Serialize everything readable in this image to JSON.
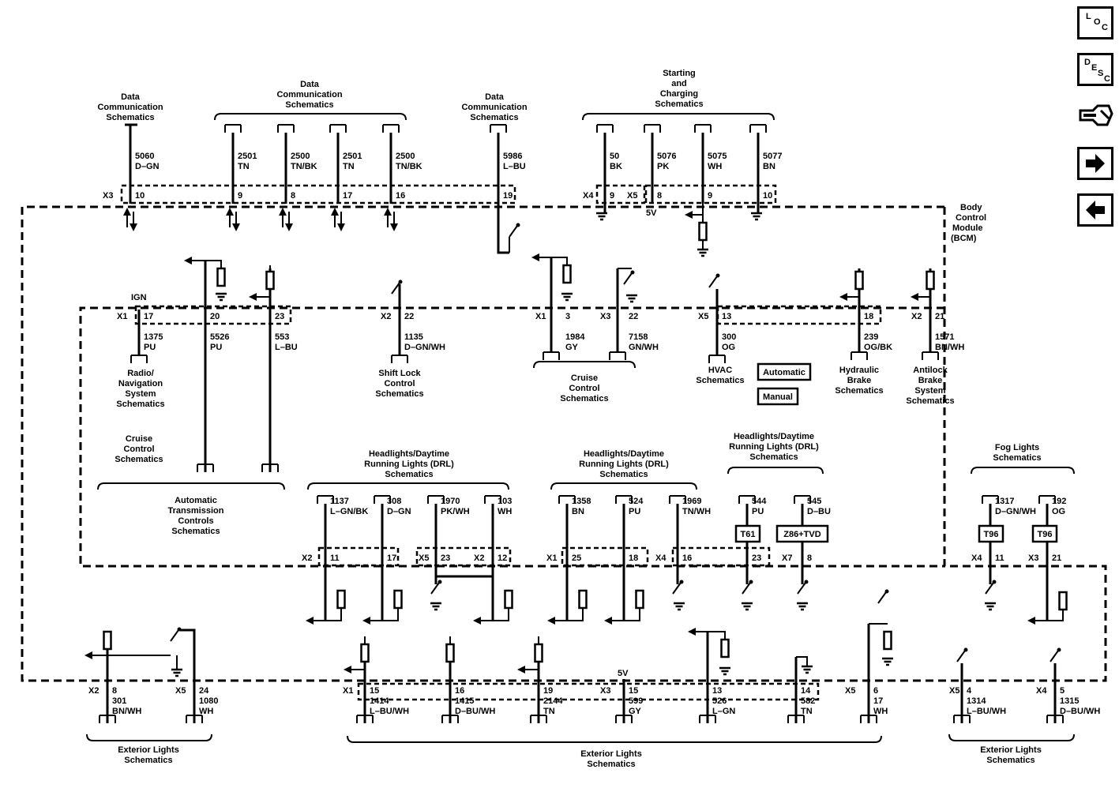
{
  "nav": {
    "loc": [
      "L",
      "O",
      "C"
    ],
    "desc": [
      "D",
      "E",
      "S",
      "C"
    ]
  },
  "module": [
    "Body",
    "Control",
    "Module",
    "(BCM)"
  ],
  "dc1": [
    "Data",
    "Communication",
    "Schematics"
  ],
  "dc2": [
    "Data",
    "Communication",
    "Schematics"
  ],
  "dc3": [
    "Data",
    "Communication",
    "Schematics"
  ],
  "sc": [
    "Starting",
    "and",
    "Charging",
    "Schematics"
  ],
  "top": [
    {
      "c": "5060",
      "w": "D–GN",
      "pin": "10"
    },
    {
      "c": "2501",
      "w": "TN",
      "pin": "9"
    },
    {
      "c": "2500",
      "w": "TN/BK",
      "pin": "8"
    },
    {
      "c": "2501",
      "w": "TN",
      "pin": "17"
    },
    {
      "c": "2500",
      "w": "TN/BK",
      "pin": "16"
    },
    {
      "c": "5986",
      "w": "L–BU",
      "pin": "19"
    },
    {
      "c": "50",
      "w": "BK",
      "pin": "9"
    },
    {
      "c": "5076",
      "w": "PK",
      "pin": "8"
    },
    {
      "c": "5075",
      "w": "WH",
      "pin": "9"
    },
    {
      "c": "5077",
      "w": "BN",
      "pin": "10"
    }
  ],
  "conn": {
    "x1": "X1",
    "x2": "X2",
    "x3": "X3",
    "x4": "X4",
    "x5": "X5",
    "x7": "X7"
  },
  "v5": "5V",
  "ign": "IGN",
  "mid": [
    {
      "pin": "17",
      "c": "1375",
      "w": "PU"
    },
    {
      "pin": "20",
      "c": "5526",
      "w": "PU"
    },
    {
      "pin": "23",
      "c": "553",
      "w": "L–BU"
    },
    {
      "pin": "22",
      "c": "1135",
      "w": "D–GN/WH"
    },
    {
      "pin": "3",
      "c": "1984",
      "w": "GY"
    },
    {
      "pin": "22",
      "c": "7158",
      "w": "GN/WH"
    },
    {
      "pin": "13",
      "c": "300",
      "w": "OG"
    },
    {
      "pin": "18",
      "c": "239",
      "w": "OG/BK"
    },
    {
      "pin": "21",
      "c": "1571",
      "w": "BN/WH"
    }
  ],
  "radio": [
    "Radio/",
    "Navigation",
    "System",
    "Schematics"
  ],
  "shift": [
    "Shift Lock",
    "Control",
    "Schematics"
  ],
  "cruise1": [
    "Cruise",
    "Control",
    "Schematics"
  ],
  "cruise2": [
    "Cruise",
    "Control",
    "Schematics"
  ],
  "hvac": [
    "HVAC",
    "Schematics"
  ],
  "auto": "Automatic",
  "manual": "Manual",
  "hyd": [
    "Hydraulic",
    "Brake",
    "Schematics"
  ],
  "abs": [
    "Antilock",
    "Brake",
    "System",
    "Schematics"
  ],
  "atc": [
    "Automatic",
    "Transmission",
    "Controls",
    "Schematics"
  ],
  "drl1": [
    "Headlights/Daytime",
    "Running Lights (DRL)",
    "Schematics"
  ],
  "drl2": [
    "Headlights/Daytime",
    "Running Lights (DRL)",
    "Schematics"
  ],
  "drl3": [
    "Headlights/Daytime",
    "Running Lights (DRL)",
    "Schematics"
  ],
  "fog": [
    "Fog Lights",
    "Schematics"
  ],
  "low": [
    {
      "c": "1137",
      "w": "L–GN/BK",
      "pin": "11"
    },
    {
      "c": "308",
      "w": "D–GN",
      "pin": "17"
    },
    {
      "c": "1970",
      "w": "PK/WH",
      "pin": "23"
    },
    {
      "c": "103",
      "w": "WH",
      "pin": "12"
    },
    {
      "c": "1358",
      "w": "BN",
      "pin": "25"
    },
    {
      "c": "524",
      "w": "PU",
      "pin": "18"
    },
    {
      "c": "1969",
      "w": "TN/WH",
      "pin": "16"
    },
    {
      "c": "544",
      "w": "PU",
      "pin": "23"
    },
    {
      "c": "545",
      "w": "D–BU",
      "pin": "8"
    },
    {
      "c": "1317",
      "w": "D–GN/WH",
      "pin": "11"
    },
    {
      "c": "192",
      "w": "OG",
      "pin": "21"
    }
  ],
  "opt": {
    "t61": "T61",
    "z86": "Z86+TVD",
    "t96a": "T96",
    "t96b": "T96"
  },
  "bot": [
    {
      "pin": "8",
      "c": "301",
      "w": "BN/WH"
    },
    {
      "pin": "24",
      "c": "1080",
      "w": "WH"
    },
    {
      "pin": "15",
      "c": "1414",
      "w": "L–BU/WH"
    },
    {
      "pin": "16",
      "c": "1415",
      "w": "D–BU/WH"
    },
    {
      "pin": "19",
      "c": "2144",
      "w": "TN"
    },
    {
      "pin": "15",
      "c": "599",
      "w": "GY"
    },
    {
      "pin": "13",
      "c": "526",
      "w": "L–GN"
    },
    {
      "pin": "14",
      "c": "582",
      "w": "TN"
    },
    {
      "pin": "6",
      "c": "17",
      "w": "WH"
    },
    {
      "pin": "4",
      "c": "1314",
      "w": "L–BU/WH"
    },
    {
      "pin": "5",
      "c": "1315",
      "w": "D–BU/WH"
    }
  ],
  "ext1": [
    "Exterior Lights",
    "Schematics"
  ],
  "ext2": [
    "Exterior Lights",
    "Schematics"
  ],
  "ext3": [
    "Exterior Lights",
    "Schematics"
  ]
}
